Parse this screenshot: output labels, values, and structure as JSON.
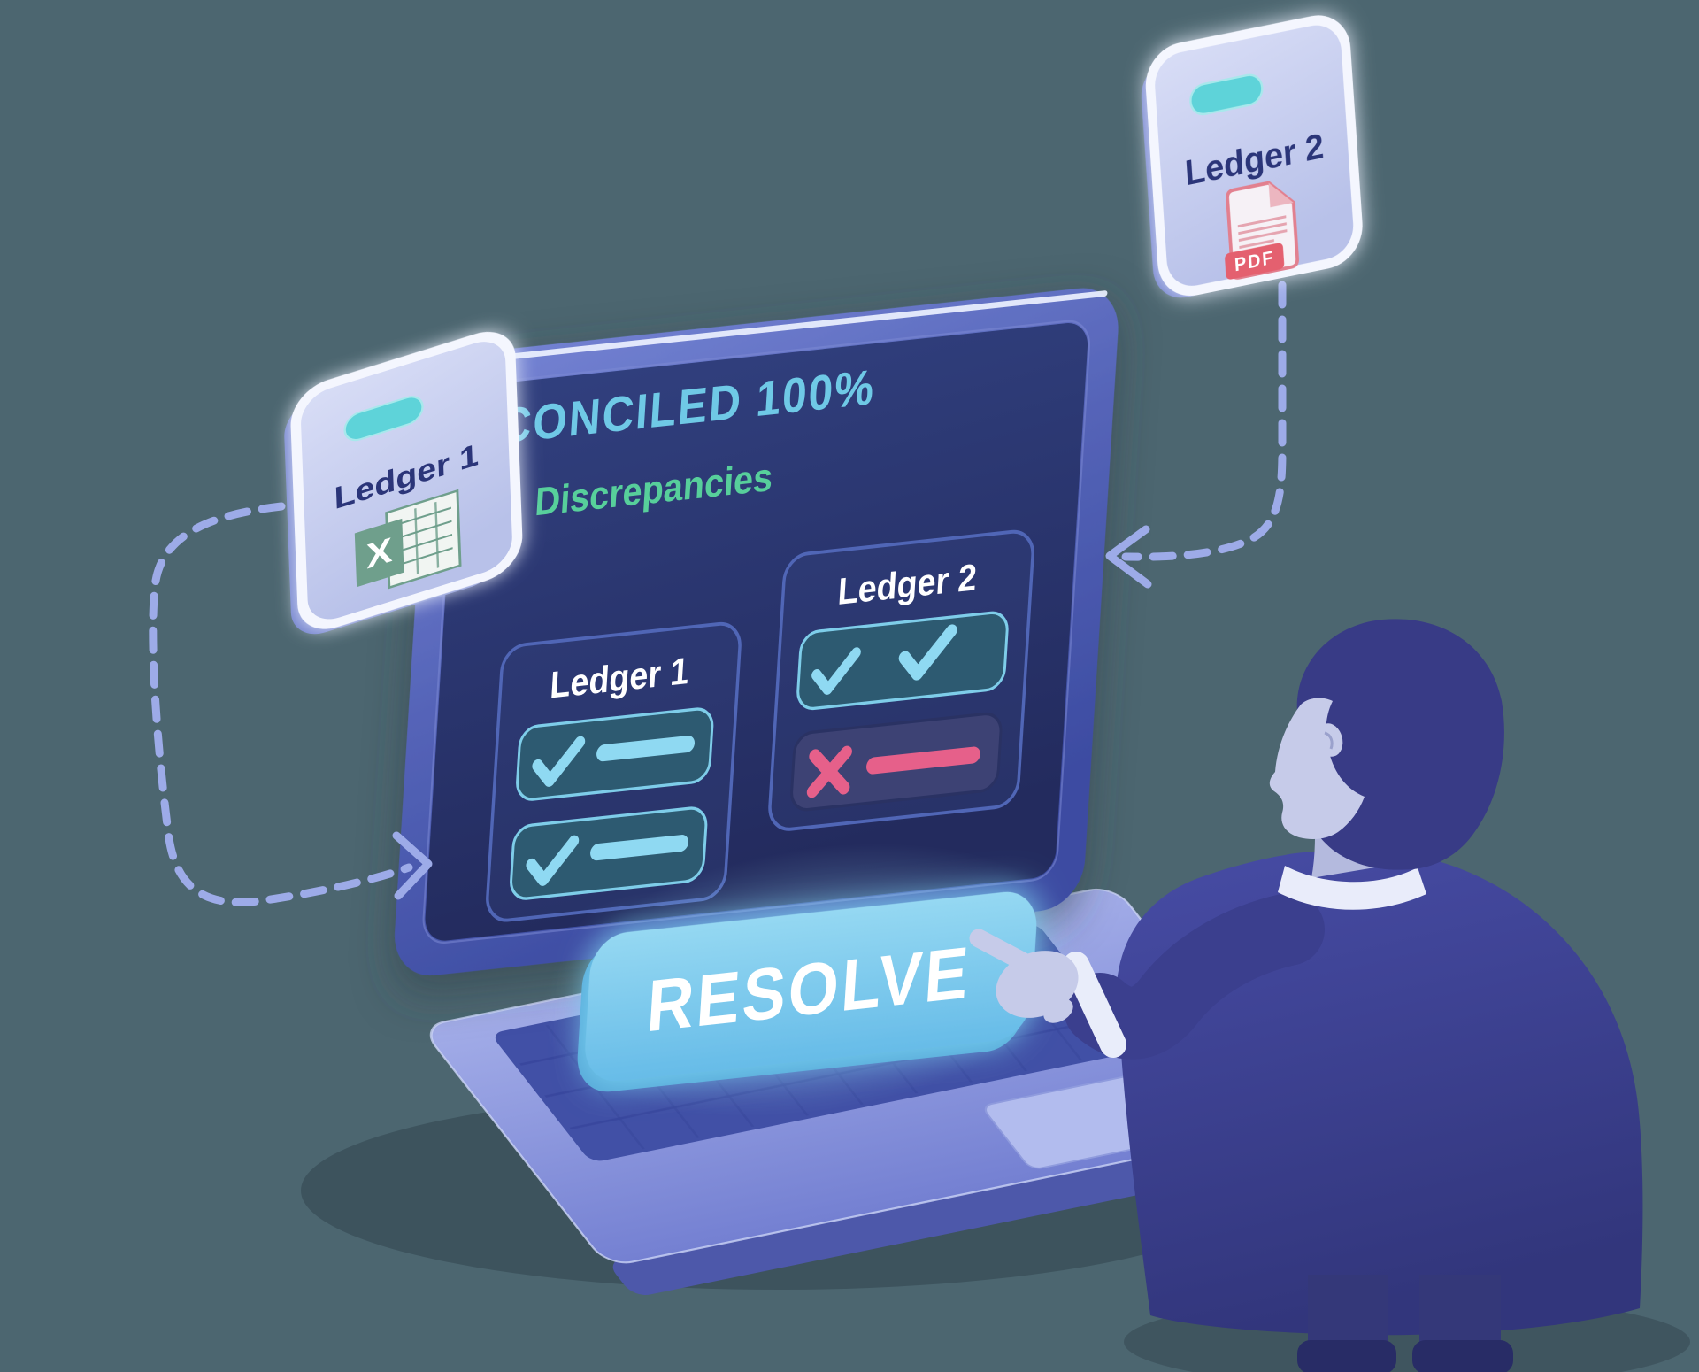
{
  "scene": {
    "kind": "reconciliation-workflow-illustration",
    "background_color": "#4C6670"
  },
  "source_documents": {
    "ledger1": {
      "label": "Ledger 1",
      "file_icon": "excel-spreadsheet",
      "icon_letter": "X"
    },
    "ledger2": {
      "label": "Ledger 2",
      "file_icon": "pdf-document",
      "icon_label": "PDF"
    }
  },
  "laptop_screen": {
    "headline": "RECONCILED 100%",
    "subheadline": "Discrepancies",
    "panels": [
      {
        "title": "Ledger 1",
        "rows": [
          {
            "icons": [
              "check"
            ],
            "bar": true
          },
          {
            "icons": [
              "check"
            ],
            "bar": true
          }
        ]
      },
      {
        "title": "Ledger 2",
        "rows": [
          {
            "icons": [
              "check",
              "check"
            ],
            "bar": false
          },
          {
            "icons": [
              "cross"
            ],
            "bar": true
          }
        ]
      }
    ],
    "resolve_button": {
      "label": "RESOLVE"
    }
  },
  "arrows": {
    "style": "dashed",
    "color": "#9DABE8",
    "count": 2
  },
  "colors": {
    "background": "#4C6670",
    "headline_cyan": "#6FC9E6",
    "subheadline_green": "#57CF9B",
    "screen_navy_top": "#2F3D7E",
    "screen_navy_bottom": "#232B5E",
    "bezel_periwinkle": "#6B7ACE",
    "row_teal_fill": "#2D5A71",
    "row_teal_stroke": "#7ECDE9",
    "check_cyan": "#8FD9F2",
    "mismatch_row_fill": "#3D4274",
    "mismatch_pink": "#E6608A",
    "resolve_blue": "#7CC7EC",
    "card_body": "#CCD2F0",
    "card_rim": "#F4F6FE",
    "card_side": "#6E7ECB",
    "card_title_navy": "#2B3579",
    "teal_pill": "#5ED3D9",
    "excel_green": "#6F9F8C",
    "pdf_rose": "#E4606F",
    "dash_periwinkle": "#9DABE8",
    "suit_indigo": "#3E4390",
    "skin_lavender": "#C6CBE9"
  }
}
